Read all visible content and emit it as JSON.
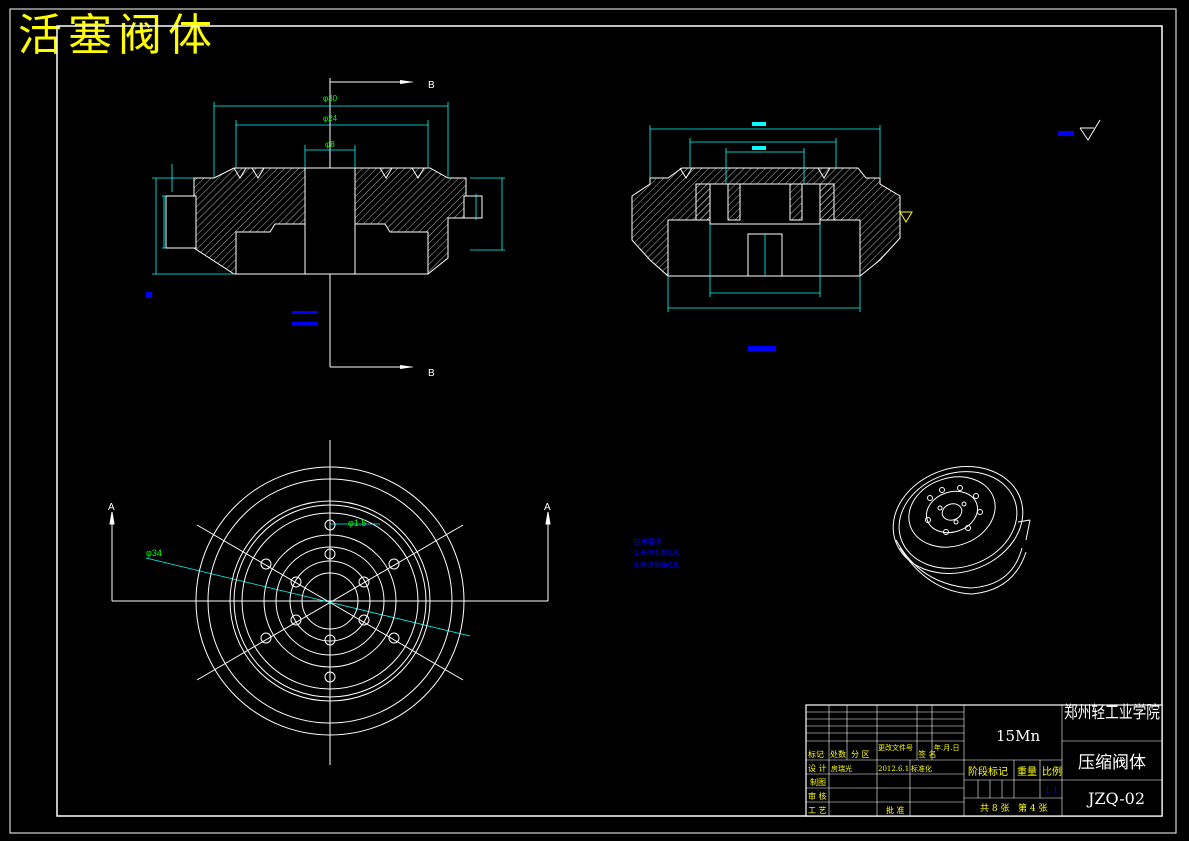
{
  "title": "活塞阀体",
  "section_marks": {
    "b_top": "B",
    "b_bottom": "B",
    "a_left": "A",
    "a_right": "A"
  },
  "dims_front": {
    "d30": "φ30",
    "d24": "φ24",
    "d8": "φ8"
  },
  "dims_top": {
    "hole": "φ1.5",
    "outer": "φ34"
  },
  "tech_notes": {
    "heading": "技术要求:",
    "line1": "1.去除毛刺0.4。",
    "line2": "2.未注倒角0.5。"
  },
  "title_block": {
    "material": "15Mn",
    "school": "郑州轻工业学院",
    "part_name": "压缩阀体",
    "drawing_no": "JZQ-02",
    "h_mark": "标记",
    "h_count": "处数",
    "h_zone": "分 区",
    "h_docno": "更改文件号",
    "h_sign": "签 名",
    "h_date": "年.月.日",
    "r_design": "设 计",
    "designer": "房瑞光",
    "design_date": "2012.6.1",
    "h_std": "标准化",
    "r_draw": "制图",
    "r_review": "审 核",
    "r_process": "工 艺",
    "h_approve": "批 准",
    "h_stage": "阶段标记",
    "h_weight": "重量",
    "h_scale": "比例",
    "scale_val": "1:1",
    "sheets_total": "共 8 张",
    "sheet_no": "第 4 张"
  },
  "colors": {
    "frame": "#ffffff",
    "dimension": "#00ffff",
    "note": "#0000ff",
    "dim_text": "#00ff00",
    "title": "#ffff00"
  }
}
